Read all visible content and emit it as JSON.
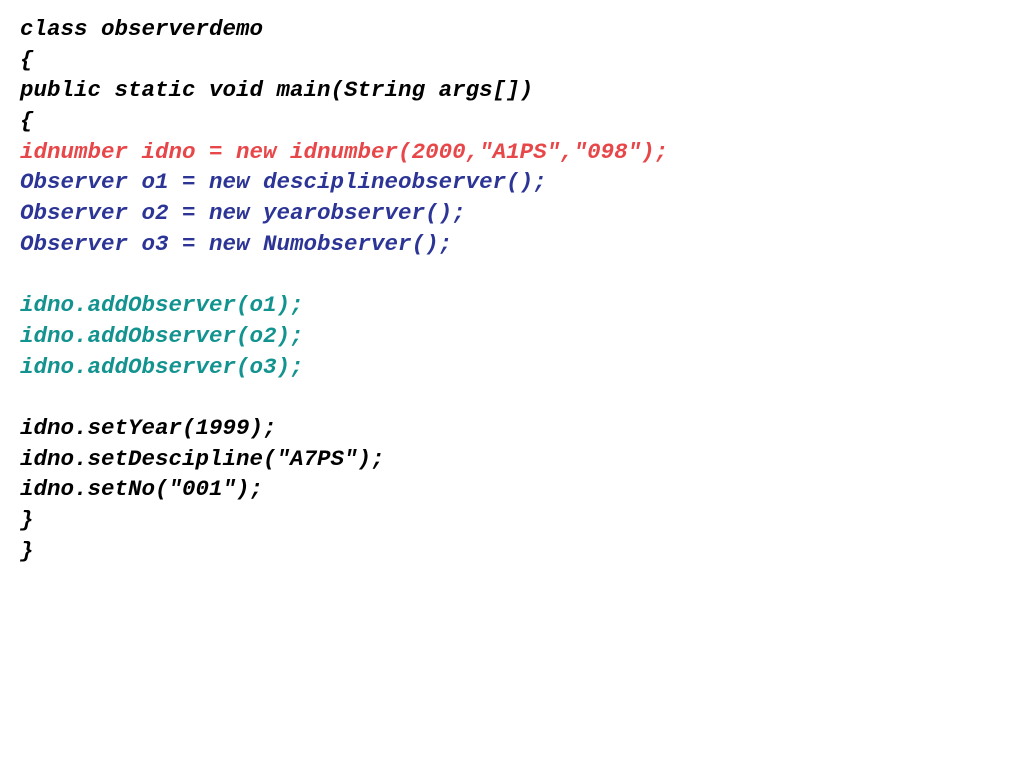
{
  "code": {
    "colors": {
      "black": "#000000",
      "red": "#e8474a",
      "blue": "#2c3596",
      "teal": "#13938f"
    },
    "lines": [
      "class observerdemo",
      "{",
      "public static void main(String args[])",
      "{",
      "idnumber idno = new idnumber(2000,\"A1PS\",\"098\");",
      "Observer o1 = new desciplineobserver();",
      "Observer o2 = new yearobserver();",
      "Observer o3 = new Numobserver();",
      "",
      "idno.addObserver(o1);",
      "idno.addObserver(o2);",
      "idno.addObserver(o3);",
      "",
      "idno.setYear(1999);",
      "idno.setDescipline(\"A7PS\");",
      "idno.setNo(\"001\");",
      "}",
      "}"
    ]
  }
}
